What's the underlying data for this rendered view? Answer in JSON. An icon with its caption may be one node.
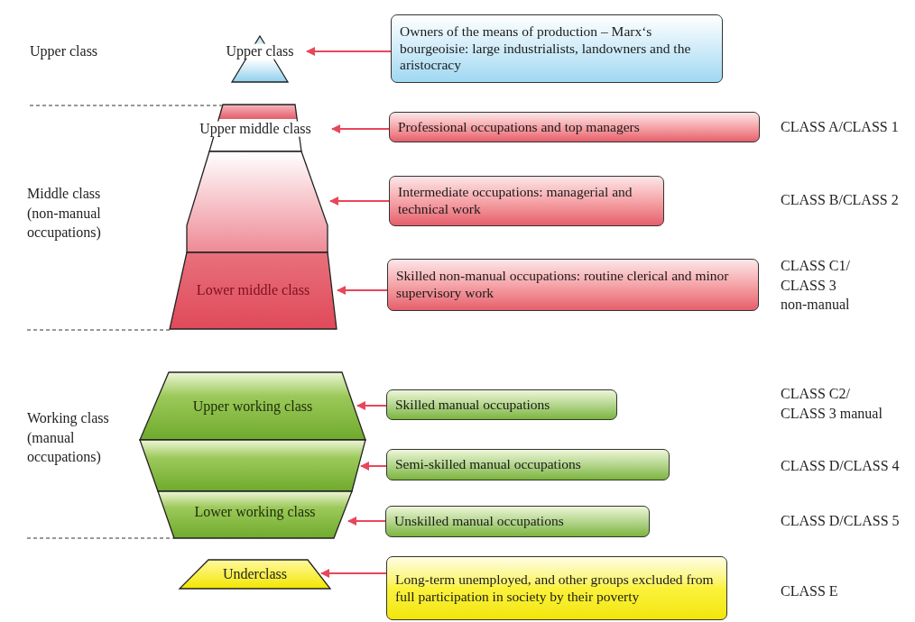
{
  "diagram": {
    "nodes": [
      {
        "text": [
          "Upper class"
        ]
      },
      {
        "text": [
          "Upper middle class"
        ]
      },
      {
        "text": [],
        "shape": "trapezoid"
      },
      {
        "text": [
          "Lower middle class"
        ]
      },
      {
        "text": [
          "Upper working class"
        ]
      },
      {
        "text": [],
        "shape": "trapezoid"
      },
      {
        "text": [
          "Lower working class"
        ]
      },
      {
        "text": [
          "Underclass"
        ]
      },
      {
        "text": [
          "Owners of the means of production – Marx‘s bourgeoisie: large industrialists, landowners and the aristocracy"
        ]
      },
      {
        "text": [
          "Professional occupations and top managers"
        ]
      },
      {
        "text": [
          "Intermediate occupations: managerial and technical work"
        ]
      },
      {
        "text": [
          "Skilled non-manual occupations: routine clerical and minor supervisory work"
        ]
      },
      {
        "text": [
          "Skilled manual occupations"
        ]
      },
      {
        "text": [
          "Semi-skilled manual occupations"
        ]
      },
      {
        "text": [
          "Unskilled manual occupations"
        ]
      },
      {
        "text": [
          "Long-term unemployed, and other groups excluded from full participation in society by their poverty"
        ]
      }
    ],
    "edges": [
      {
        "from": 8,
        "to": 0,
        "arrow": "to"
      },
      {
        "from": 9,
        "to": 1,
        "arrow": "to"
      },
      {
        "from": 10,
        "to": 2,
        "arrow": "to"
      },
      {
        "from": 11,
        "to": 3,
        "arrow": "to"
      },
      {
        "from": 12,
        "to": 4,
        "arrow": "to"
      },
      {
        "from": 13,
        "to": 5,
        "arrow": "to"
      },
      {
        "from": 14,
        "to": 6,
        "arrow": "to"
      },
      {
        "from": 15,
        "to": 7,
        "arrow": "to"
      }
    ],
    "labels": [
      "Upper class",
      "CLASS A/CLASS 1",
      "Middle class (non-manual occupations)",
      "CLASS B/CLASS 2",
      "CLASS C1/ CLASS 3 non-manual",
      "Working class (manual occupations)",
      "CLASS C2/ CLASS 3 manual",
      "CLASS D/CLASS 4",
      "CLASS D/CLASS 5",
      "CLASS E"
    ]
  }
}
